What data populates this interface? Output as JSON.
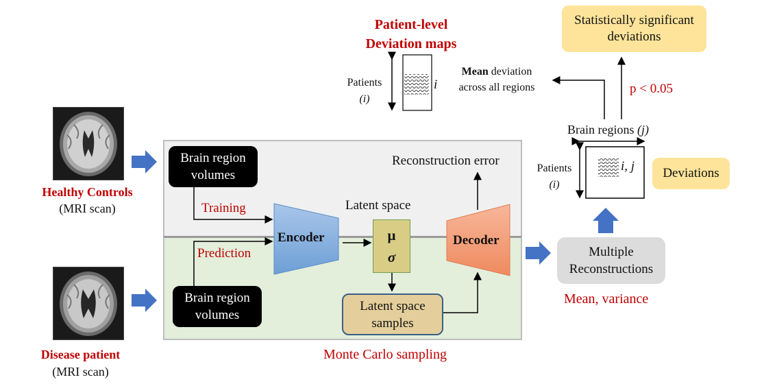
{
  "header": {
    "title_line1": "Patient-level",
    "title_line2": "Deviation maps"
  },
  "left": {
    "healthy_label": "Healthy Controls",
    "healthy_sub": "(MRI scan)",
    "disease_label": "Disease patient",
    "disease_sub": "(MRI scan)"
  },
  "model": {
    "input_top": "Brain region volumes",
    "input_bottom": "Brain region volumes",
    "training_label": "Training",
    "prediction_label": "Prediction",
    "encoder": "Encoder",
    "decoder": "Decoder",
    "latent_space": "Latent space",
    "mu": "μ",
    "sigma": "σ",
    "latent_samples": "Latent space samples",
    "reconstruction_error": "Reconstruction error",
    "monte_carlo": "Monte Carlo sampling"
  },
  "right": {
    "multiple_reconstructions": "Multiple Reconstructions",
    "mean_variance": "Mean, variance",
    "brain_regions_prefix": "Brain regions",
    "brain_regions_j": "(j)",
    "patients_label": "Patients",
    "patients_i": "(i)",
    "matrix_index": "i, j",
    "deviations": "Deviations",
    "p_value": "p < 0.05",
    "significant": "Statistically significant deviations"
  },
  "deviation_map": {
    "patients_label": "Patients",
    "patients_i": "(i)",
    "row_index": "i",
    "mean_bold": "Mean",
    "mean_rest": " deviation",
    "mean_line2": "across all regions"
  },
  "colors": {
    "accent_red": "#c00000",
    "arrow_blue": "#4472c4",
    "encoder_blue": "#8db4e2",
    "decoder_orange": "#f4a582",
    "yellow_box": "#fde49a",
    "training_panel": "#f0f0f0",
    "prediction_panel": "#e3eedb"
  }
}
